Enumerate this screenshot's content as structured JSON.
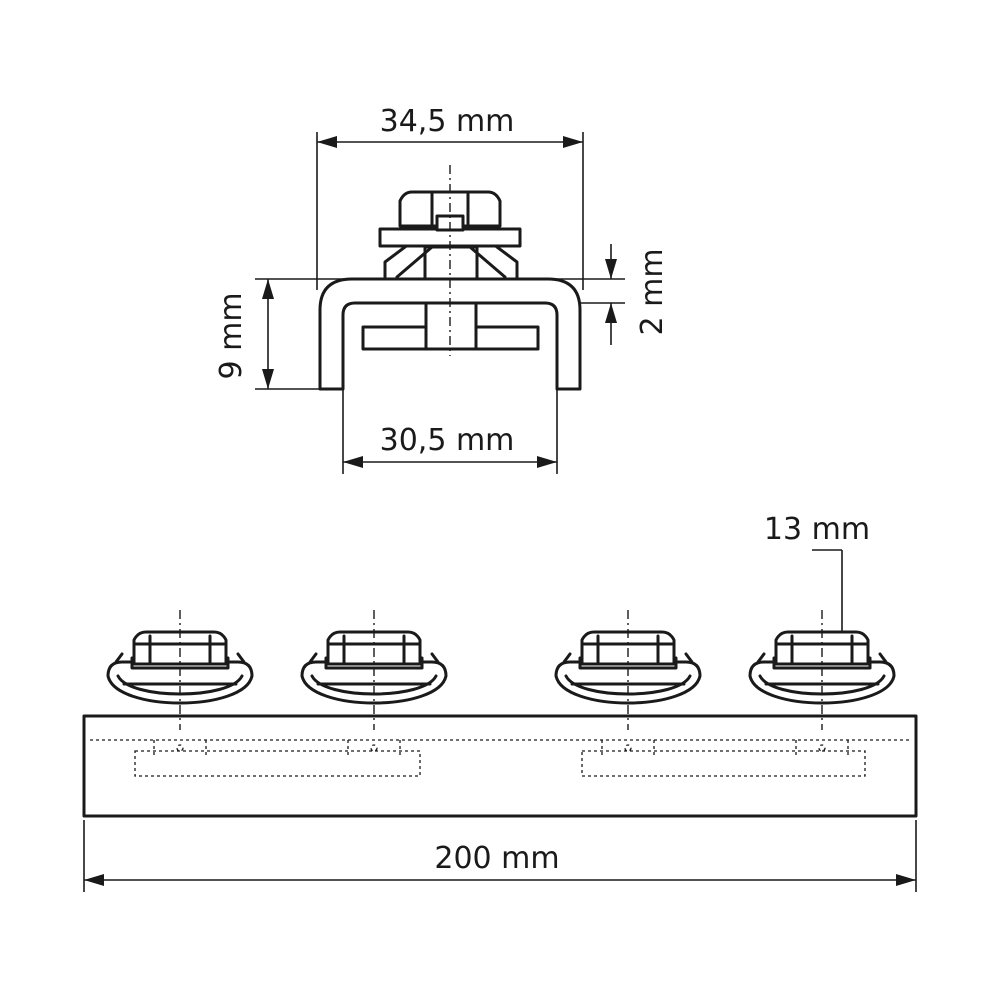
{
  "dimensions": {
    "outer_width": "34,5 mm",
    "inner_width": "30,5 mm",
    "height": "9 mm",
    "thickness": "2 mm",
    "bolt_spacing": "13 mm",
    "total_length": "200 mm"
  },
  "side_view": {
    "bolt_count": 4
  }
}
